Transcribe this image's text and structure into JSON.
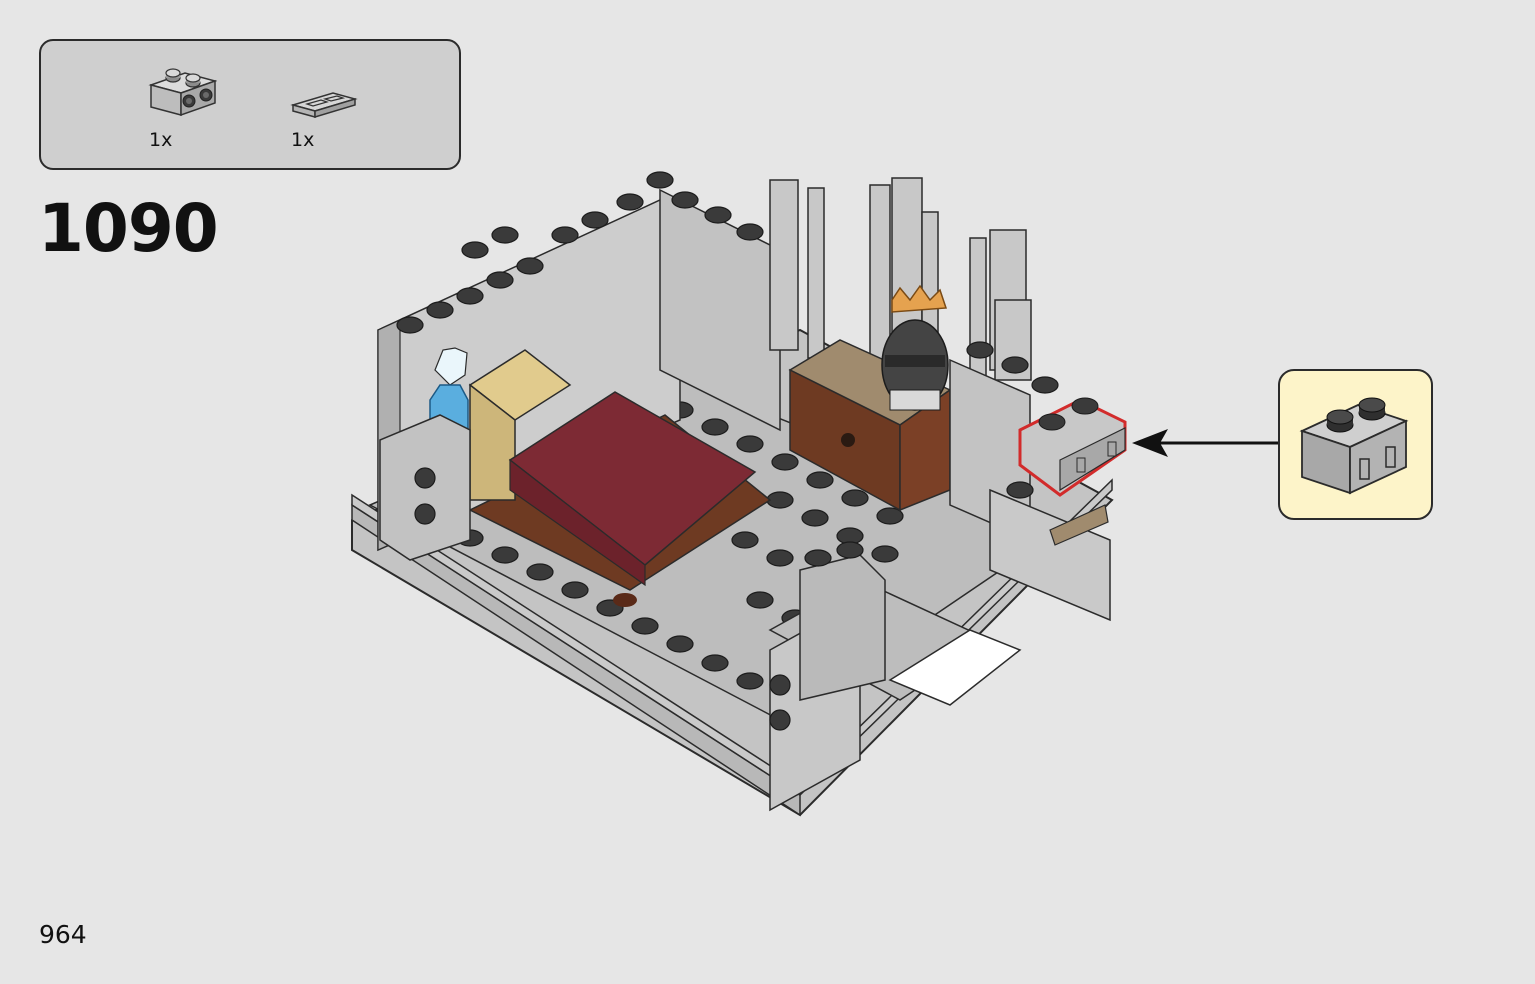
{
  "parts_list": {
    "items": [
      {
        "part": "brick-1x2-with-studs-on-side-icon",
        "quantity": "1x",
        "color": "#bfbfbf"
      },
      {
        "part": "tile-1x2-with-grille-icon",
        "quantity": "1x",
        "color": "#bfbfbf"
      }
    ]
  },
  "step": {
    "number": "1090"
  },
  "page": {
    "number": "964"
  },
  "callout": {
    "part": "brick-1x2-with-studs-on-side-icon",
    "background": "#fdf4c9",
    "highlight": "#d22b2b"
  }
}
